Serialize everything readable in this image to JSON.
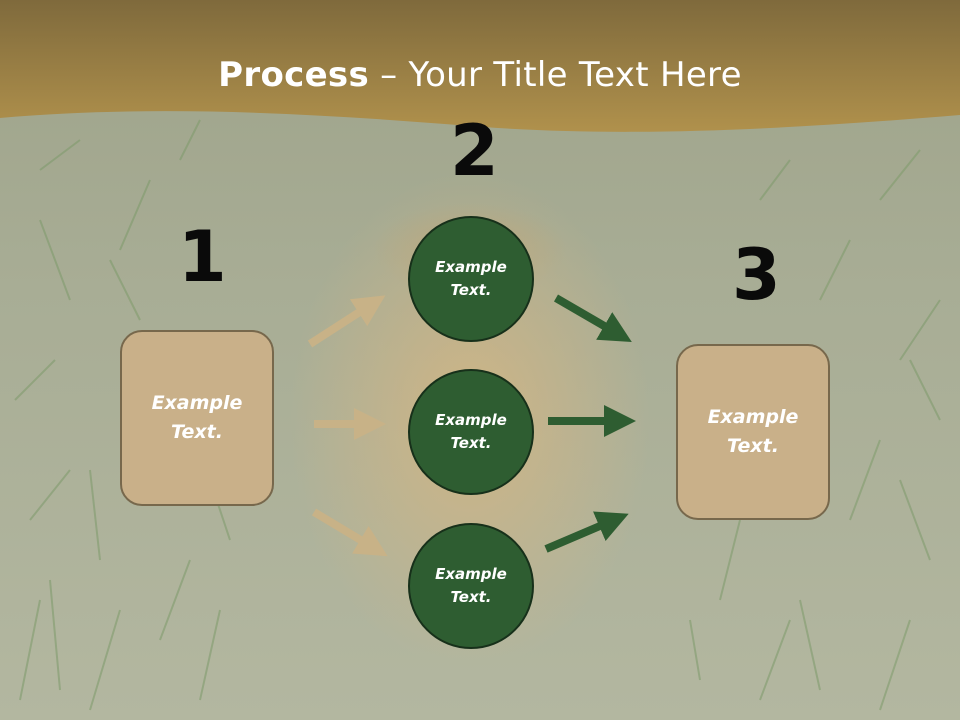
{
  "title": {
    "bold": "Process",
    "rest": " – Your Title Text Here"
  },
  "steps": {
    "one": "1",
    "two": "2",
    "three": "3"
  },
  "left_box": {
    "line1": "Example",
    "line2": "Text."
  },
  "right_box": {
    "line1": "Example",
    "line2": "Text."
  },
  "circles": [
    {
      "line1": "Example",
      "line2": "Text."
    },
    {
      "line1": "Example",
      "line2": "Text."
    },
    {
      "line1": "Example",
      "line2": "Text."
    }
  ],
  "colors": {
    "header": "#a98845",
    "box": "#c9b089",
    "circle": "#2e5d31",
    "arrow_tan": "#c8b287",
    "arrow_green": "#2e5d31"
  }
}
